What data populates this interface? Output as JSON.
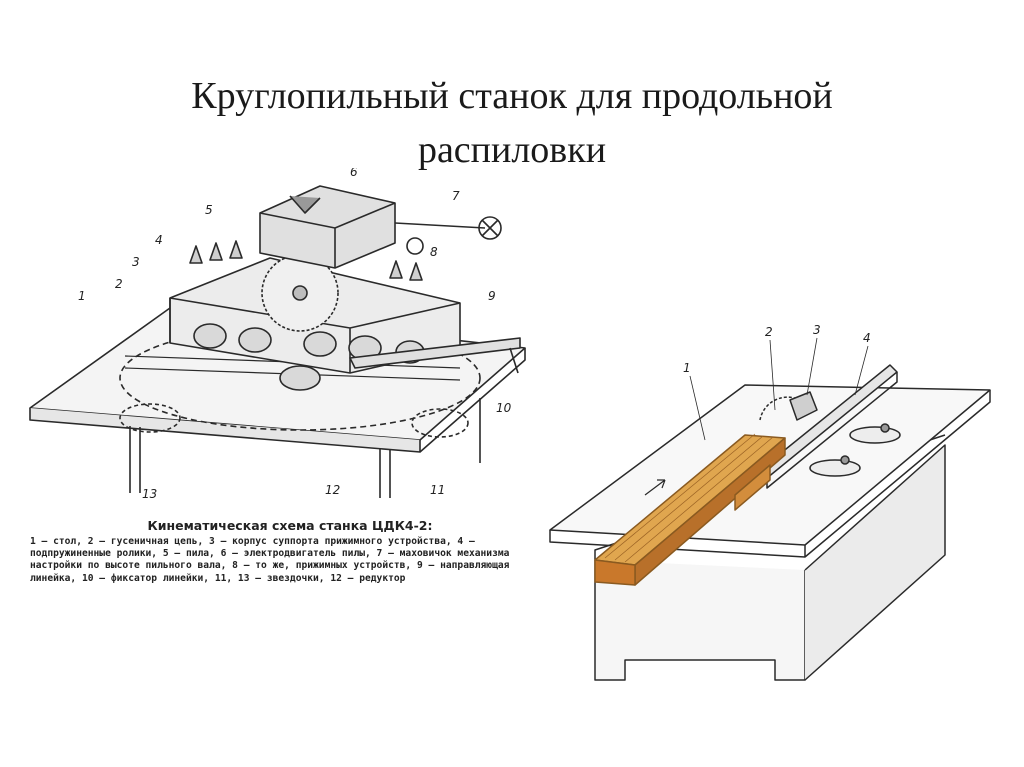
{
  "title": {
    "line1": "Круглопильный станок для продольной",
    "line2": "распиловки"
  },
  "left_diagram": {
    "callouts": [
      "1",
      "2",
      "3",
      "4",
      "5",
      "6",
      "7",
      "8",
      "9",
      "10",
      "11",
      "12",
      "13"
    ],
    "caption_title": "Кинематическая схема станка ЦДК4-2:",
    "caption_text": "1 — стол, 2 — гусеничная цепь, 3 — корпус суппорта прижимного устройства, 4 — подпружиненные ролики, 5 — пила, 6 — электродвигатель пилы, 7 — маховичок механизма настройки по высоте пильного вала, 8 — то же, прижимных устройств, 9 — направляющая линейка, 10 — фиксатор линейки, 11, 13 — звездочки, 12 — редуктор"
  },
  "right_diagram": {
    "callouts": [
      "1",
      "2",
      "3",
      "4"
    ]
  },
  "colors": {
    "ink": "#2a2a2a",
    "wood_light": "#e0a64f",
    "wood_dark": "#b8702a",
    "wood_end": "#c9782b"
  }
}
